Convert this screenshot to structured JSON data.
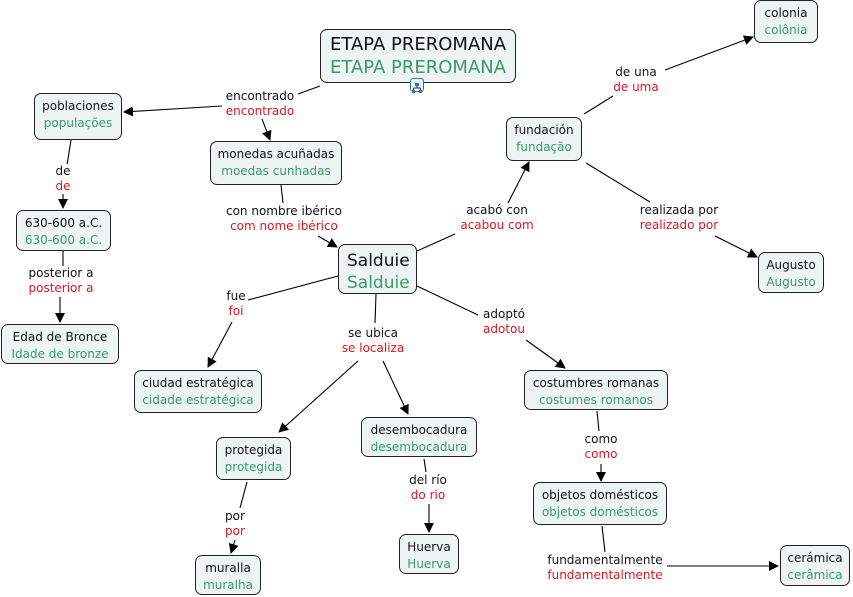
{
  "map": {
    "nodes": [
      {
        "id": "root",
        "es": "ETAPA PREROMANA",
        "pt": "ETAPA PREROMANA"
      },
      {
        "id": "poblaciones",
        "es": "poblaciones",
        "pt": "populações"
      },
      {
        "id": "monedas",
        "es": "monedas acuñadas",
        "pt": "moedas cunhadas"
      },
      {
        "id": "fecha",
        "es": "630-600 a.C.",
        "pt": "630-600 a.C."
      },
      {
        "id": "bronce",
        "es": "Edad de Bronce",
        "pt": "Idade de bronze"
      },
      {
        "id": "salduie",
        "es": "Salduie",
        "pt": "Salduie"
      },
      {
        "id": "fundacion",
        "es": "fundación",
        "pt": "fundação"
      },
      {
        "id": "colonia",
        "es": "colonia",
        "pt": "colônia"
      },
      {
        "id": "augusto",
        "es": "Augusto",
        "pt": "Augusto"
      },
      {
        "id": "ciudad",
        "es": "ciudad estratégica",
        "pt": "cidade estratégica"
      },
      {
        "id": "protegida",
        "es": "protegida",
        "pt": "protegida"
      },
      {
        "id": "muralla",
        "es": "muralla",
        "pt": "muralha"
      },
      {
        "id": "desembocadura",
        "es": "desembocadura",
        "pt": "desembocadura"
      },
      {
        "id": "huerva",
        "es": "Huerva",
        "pt": "Huerva"
      },
      {
        "id": "costumbres",
        "es": "costumbres romanas",
        "pt": "costumes romanos"
      },
      {
        "id": "objetos",
        "es": "objetos domésticos",
        "pt": "objetos domésticos"
      },
      {
        "id": "ceramica",
        "es": "cerámica",
        "pt": "cerâmica"
      }
    ],
    "links": [
      {
        "id": "encontrado",
        "es": "encontrado",
        "pt": "encontrado"
      },
      {
        "id": "de",
        "es": "de",
        "pt": "de"
      },
      {
        "id": "posterior",
        "es": "posterior a",
        "pt": "posterior a"
      },
      {
        "id": "con_nombre",
        "es": "con nombre ibérico",
        "pt": "com nome ibérico"
      },
      {
        "id": "acabo",
        "es": "acabó con",
        "pt": "acabou com"
      },
      {
        "id": "de_una",
        "es": "de una",
        "pt": "de uma"
      },
      {
        "id": "realizada",
        "es": "realizada por",
        "pt": "realizado por"
      },
      {
        "id": "fue",
        "es": "fue",
        "pt": "foi"
      },
      {
        "id": "ubica",
        "es": "se ubica",
        "pt": "se localiza"
      },
      {
        "id": "adopto",
        "es": "adoptó",
        "pt": "adotou"
      },
      {
        "id": "por",
        "es": "por",
        "pt": "por"
      },
      {
        "id": "rio",
        "es": "del río",
        "pt": "do rio"
      },
      {
        "id": "como",
        "es": "como",
        "pt": "como"
      },
      {
        "id": "fundamental",
        "es": "fundamentalmente",
        "pt": "fundamentalmente"
      }
    ],
    "icons": {
      "submap": "submap-icon"
    },
    "colors": {
      "primary_text": "#111111",
      "translation_node": "#3a9a68",
      "translation_link": "#e0141e",
      "node_fill": "#eef3f3"
    }
  }
}
